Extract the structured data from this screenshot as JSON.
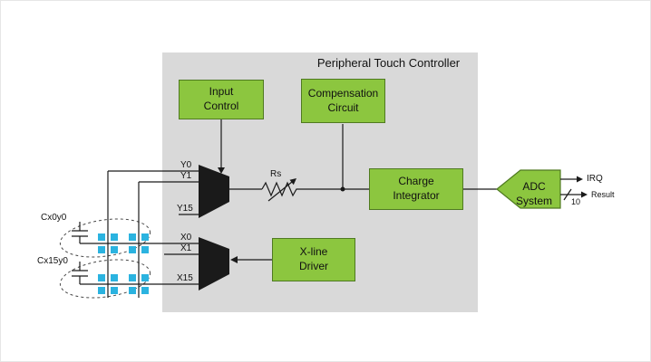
{
  "diagram": {
    "title": "Peripheral Touch Controller",
    "blocks": {
      "input_control": "Input\nControl",
      "compensation_circuit": "Compensation\nCircuit",
      "charge_integrator": "Charge\nIntegrator",
      "x_line_driver": "X-line\nDriver",
      "adc_system": "ADC\nSystem"
    },
    "y_mux_inputs": [
      "Y0",
      "Y1",
      "Y15"
    ],
    "x_mux_inputs": [
      "X0",
      "X1",
      "X15"
    ],
    "labels": {
      "series_resistor": "Rs",
      "irq": "IRQ",
      "result": "Result",
      "result_bus_width": "10",
      "cap_top": "Cx0y0",
      "cap_bottom": "Cx15y0"
    },
    "colors": {
      "block_fill": "#8CC63F",
      "block_border": "#4F7A21",
      "panel_bg": "#D9D9D9",
      "electrode": "#2BB3E0",
      "line": "#1A1A1A"
    }
  }
}
